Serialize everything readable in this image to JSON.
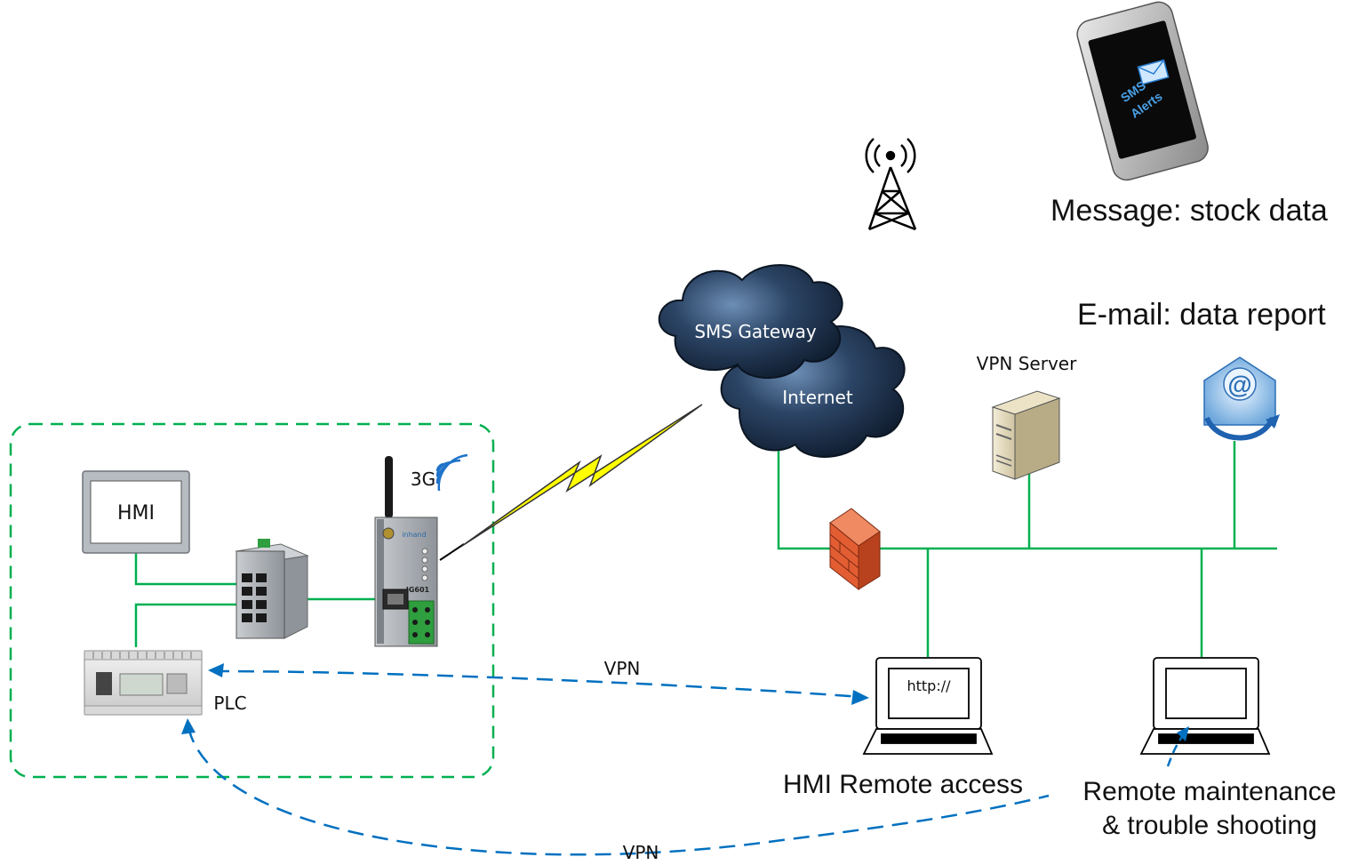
{
  "labels": {
    "hmi": "HMI",
    "plc": "PLC",
    "threeg": "3G",
    "sms_gateway": "SMS Gateway",
    "internet": "Internet",
    "vpn_server": "VPN Server",
    "message": "Message: stock data",
    "email": "E-mail: data report",
    "hmi_remote_access": "HMI Remote access",
    "remote_maintenance_line1": "Remote maintenance",
    "remote_maintenance_line2": "& trouble shooting",
    "vpn_top": "VPN",
    "vpn_bottom": "VPN",
    "http": "http://"
  },
  "phone_screen": {
    "line1": "SMS",
    "line2": "Alerts"
  },
  "device_text": {
    "router_model": "IG601",
    "router_brand": "inhand"
  },
  "colors": {
    "lan_line": "#00b050",
    "vpn_line": "#0070c0",
    "enclosure": "#00b050",
    "cloud": "#1b2d48",
    "cloud_highlight": "#5a7fa6",
    "lightning": "#ffff00",
    "firewall": "#e35d33"
  },
  "icons": {
    "tower": "radio-tower-icon",
    "phone": "smartphone-sms-icon",
    "email": "email-at-icon",
    "server": "server-tower-icon",
    "firewall": "firewall-brick-icon",
    "laptop": "laptop-icon",
    "switch": "ethernet-switch-icon",
    "router": "3g-router-icon",
    "plc": "plc-controller-icon",
    "hmi": "hmi-panel-icon"
  }
}
